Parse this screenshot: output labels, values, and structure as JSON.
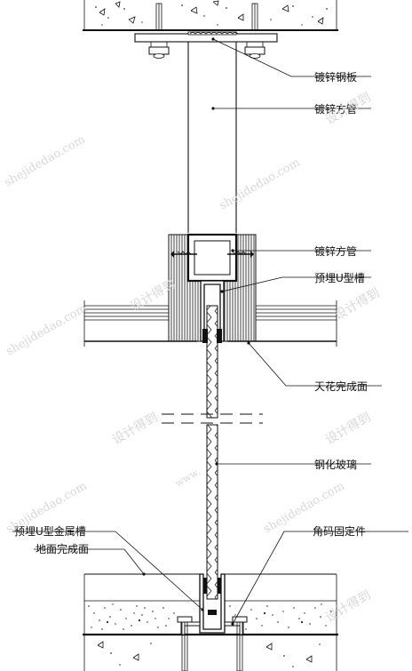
{
  "labels": {
    "galvanized_steel_plate": "镀锌钢板",
    "galvanized_tube_upper": "镀锌方管",
    "galvanized_tube_lower": "镀锌方管",
    "embedded_u_channel": "预埋U型槽",
    "ceiling_finish": "天花完成面",
    "tempered_glass": "钢化玻璃",
    "embedded_u_metal_channel": "预埋U型金属槽",
    "floor_finish": "地面完成面",
    "corner_bracket": "角码固定件"
  },
  "watermarks": {
    "brand": "设计得到",
    "url": "shejidedao.com",
    "prefix": "www."
  }
}
